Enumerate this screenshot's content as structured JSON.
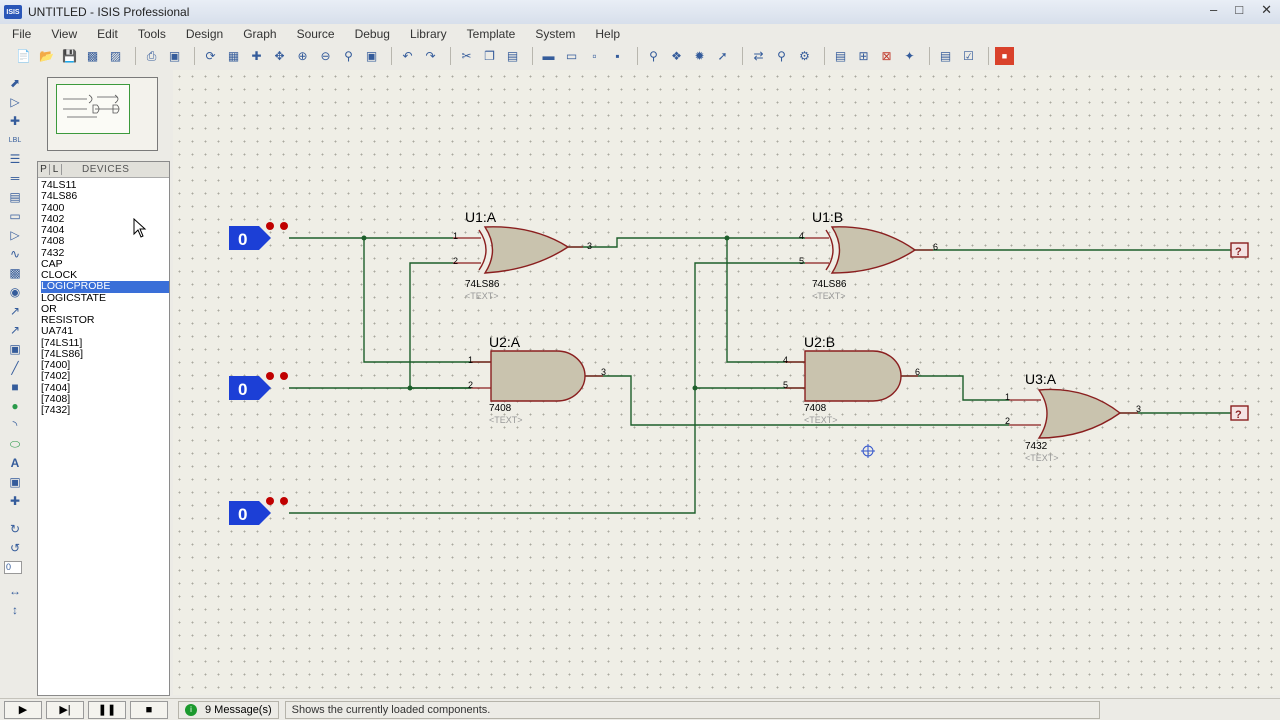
{
  "window": {
    "app_icon": "ISIS",
    "title": "UNTITLED - ISIS Professional"
  },
  "menu": [
    "File",
    "View",
    "Edit",
    "Tools",
    "Design",
    "Graph",
    "Source",
    "Debug",
    "Library",
    "Template",
    "System",
    "Help"
  ],
  "device_panel": {
    "tab_p": "P",
    "tab_l": "L",
    "header": "DEVICES",
    "items": [
      "74LS11",
      "74LS86",
      "7400",
      "7402",
      "7404",
      "7408",
      "7432",
      "CAP",
      "CLOCK",
      "LOGICPROBE",
      "LOGICSTATE",
      "OR",
      "RESISTOR",
      "UA741",
      "[74LS11]",
      "[74LS86]",
      "[7400]",
      "[7402]",
      "[7404]",
      "[7408]",
      "[7432]"
    ],
    "selected": "LOGICPROBE"
  },
  "rotation_value": "0",
  "schematic": {
    "inputs": [
      {
        "value": "0"
      },
      {
        "value": "0"
      },
      {
        "value": "0"
      }
    ],
    "gates": [
      {
        "ref": "U1:A",
        "part": "74LS86",
        "text": "<TEXT>",
        "pin_in1": "1",
        "pin_in2": "2",
        "pin_out": "3"
      },
      {
        "ref": "U1:B",
        "part": "74LS86",
        "text": "<TEXT>",
        "pin_in1": "4",
        "pin_in2": "5",
        "pin_out": "6"
      },
      {
        "ref": "U2:A",
        "part": "7408",
        "text": "<TEXT>",
        "pin_in1": "1",
        "pin_in2": "2",
        "pin_out": "3"
      },
      {
        "ref": "U2:B",
        "part": "7408",
        "text": "<TEXT>",
        "pin_in1": "4",
        "pin_in2": "5",
        "pin_out": "6"
      },
      {
        "ref": "U3:A",
        "part": "7432",
        "text": "<TEXT>",
        "pin_in1": "1",
        "pin_in2": "2",
        "pin_out": "3"
      }
    ],
    "probes": [
      {
        "value": "?"
      },
      {
        "value": "?"
      }
    ],
    "colors": {
      "wire": "#1d5e2a",
      "gate_fill": "#c9c3ae",
      "gate_stroke": "#8a1f1f",
      "logic_state": "#1c3fd6",
      "dot": "#c00000"
    }
  },
  "status": {
    "play": "▶",
    "step": "▶|",
    "pause": "❚❚",
    "stop": "■",
    "messages": "9 Message(s)",
    "text": "Shows the currently loaded components."
  }
}
